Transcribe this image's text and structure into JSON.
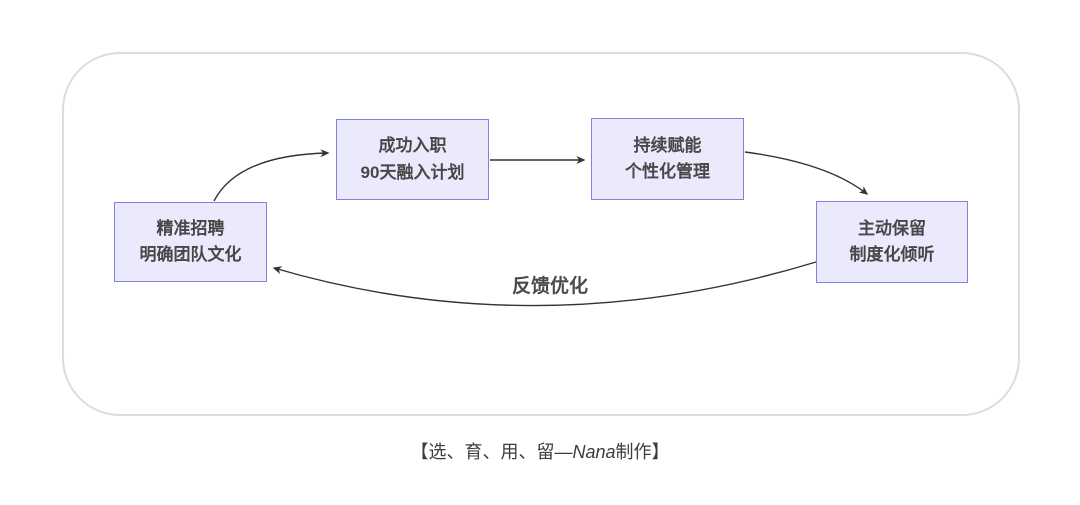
{
  "diagram": {
    "title_hint": "选育用留人才管理循环图",
    "frame": {
      "border_color": "#dcdcdc"
    },
    "nodes": [
      {
        "id": "recruit",
        "line1": "精准招聘",
        "line2": "明确团队文化"
      },
      {
        "id": "onboard",
        "line1": "成功入职",
        "line2": "90天融入计划"
      },
      {
        "id": "empower",
        "line1": "持续赋能",
        "line2": "个性化管理"
      },
      {
        "id": "retain",
        "line1": "主动保留",
        "line2": "制度化倾听"
      }
    ],
    "edges": [
      {
        "from": "recruit",
        "to": "onboard",
        "label": ""
      },
      {
        "from": "onboard",
        "to": "empower",
        "label": ""
      },
      {
        "from": "empower",
        "to": "retain",
        "label": ""
      },
      {
        "from": "retain",
        "to": "recruit",
        "label": "反馈优化"
      }
    ],
    "feedback_label": "反馈优化",
    "colors": {
      "node_fill": "#eaeafc",
      "node_border": "#8282de",
      "node_text": "#474747",
      "arrow": "#333333"
    }
  },
  "caption": {
    "prefix": "【选、育、用、留—",
    "italic_name": "Nana",
    "suffix": "制作】"
  }
}
